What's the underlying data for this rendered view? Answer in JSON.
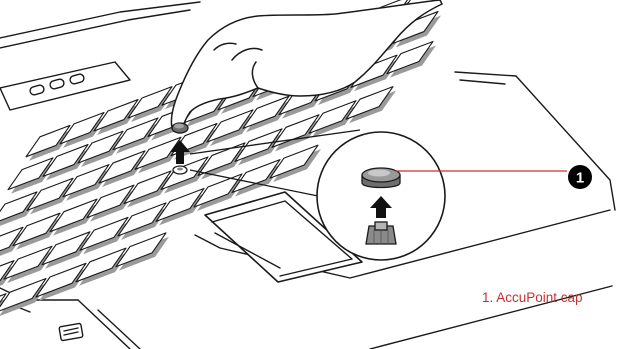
{
  "figure": {
    "callout_number": "1",
    "caption": "1. AccuPoint cap",
    "colors": {
      "line": "#1a1a1a",
      "key_fill": "#ffffff",
      "shadow": "#9a9a9a",
      "caption": "#c8302f",
      "callout_circle": "#000000"
    },
    "icons": [
      "laptop-illustration",
      "hand-illustration",
      "up-arrow-icon",
      "accupoint-cap-icon",
      "pointing-stick-post-icon"
    ]
  }
}
